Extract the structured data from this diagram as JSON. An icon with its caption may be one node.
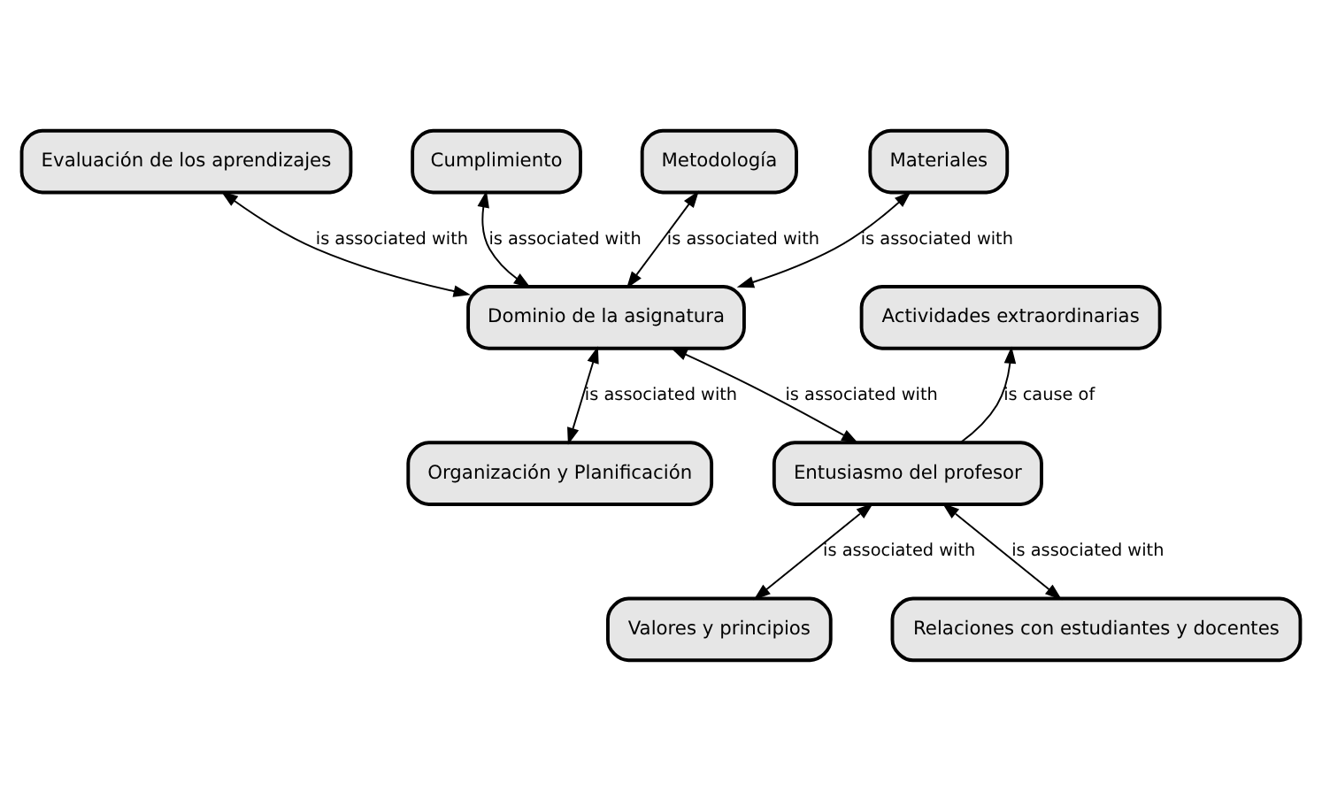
{
  "diagram": {
    "nodes": [
      {
        "text": [
          "Evaluación de los aprendizajes"
        ]
      },
      {
        "text": [
          "Cumplimiento"
        ]
      },
      {
        "text": [
          "Metodología"
        ]
      },
      {
        "text": [
          "Materiales"
        ]
      },
      {
        "text": [
          "Dominio de la asignatura"
        ]
      },
      {
        "text": [
          "Actividades extraordinarias"
        ]
      },
      {
        "text": [
          "Organización y Planificación"
        ]
      },
      {
        "text": [
          "Entusiasmo del profesor"
        ]
      },
      {
        "text": [
          "Valores y principios"
        ]
      },
      {
        "text": [
          "Relaciones con estudiantes y docentes"
        ]
      }
    ],
    "edges": [
      {
        "from": 2,
        "to": 4,
        "arrow": "both",
        "label": "is associated with"
      },
      {
        "from": 0,
        "to": 4,
        "arrow": "both",
        "label": "is associated with"
      },
      {
        "from": 1,
        "to": 4,
        "arrow": "both",
        "label": "is associated with"
      },
      {
        "from": 3,
        "to": 4,
        "arrow": "both",
        "label": "is associated with"
      },
      {
        "from": 4,
        "to": 6,
        "arrow": "both",
        "label": "is associated with"
      },
      {
        "from": 4,
        "to": 7,
        "arrow": "both",
        "label": "is associated with"
      },
      {
        "from": 7,
        "to": 5,
        "arrow": "to",
        "label": "is cause of"
      },
      {
        "from": 7,
        "to": 8,
        "arrow": "both",
        "label": "is associated with"
      },
      {
        "from": 7,
        "to": 9,
        "arrow": "both",
        "label": "is associated with"
      }
    ]
  }
}
